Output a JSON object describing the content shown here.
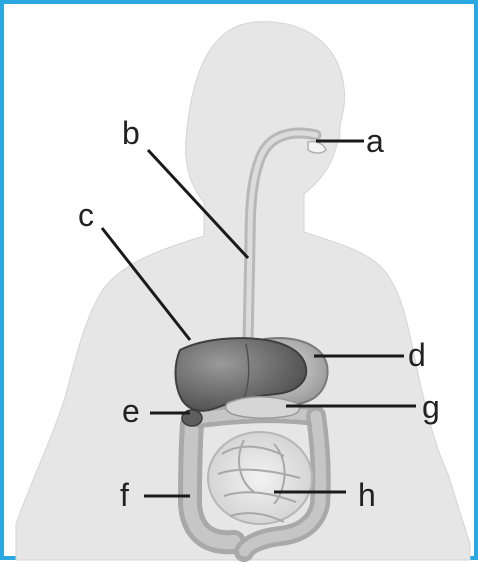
{
  "figure": {
    "accent_border_color": "#2aa9e0",
    "labels": {
      "a": "a",
      "b": "b",
      "c": "c",
      "d": "d",
      "e": "e",
      "f": "f",
      "g": "g",
      "h": "h"
    }
  }
}
